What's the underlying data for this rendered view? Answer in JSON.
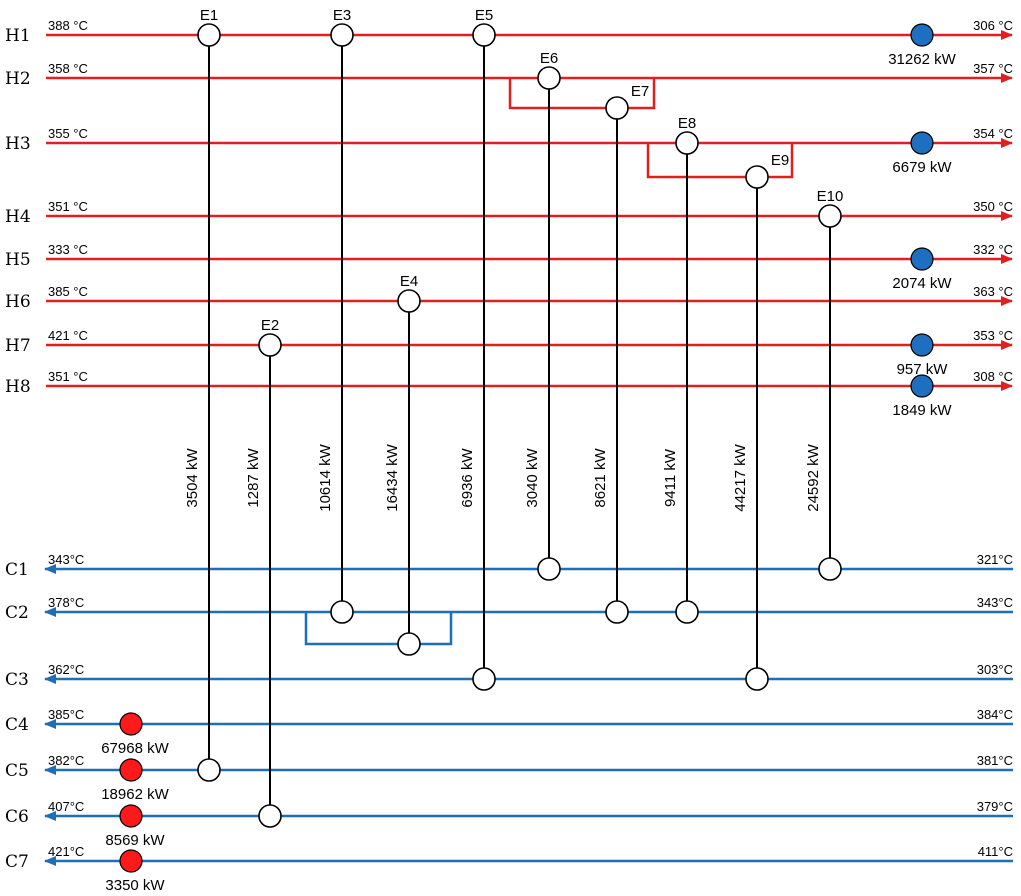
{
  "colors": {
    "hot": "#e02020",
    "cold": "#1f6fb8",
    "connector": "#000000",
    "heater": "#ff1a1a",
    "cooler": "#1f6fc0",
    "exchanger": "#ffffff"
  },
  "hot_streams": [
    {
      "id": "H1",
      "t_in": "388 °C",
      "t_out": "306 °C"
    },
    {
      "id": "H2",
      "t_in": "358 °C",
      "t_out": "357 °C"
    },
    {
      "id": "H3",
      "t_in": "355 °C",
      "t_out": "354 °C"
    },
    {
      "id": "H4",
      "t_in": "351 °C",
      "t_out": "350 °C"
    },
    {
      "id": "H5",
      "t_in": "333 °C",
      "t_out": "332 °C"
    },
    {
      "id": "H6",
      "t_in": "385 °C",
      "t_out": "363 °C"
    },
    {
      "id": "H7",
      "t_in": "421 °C",
      "t_out": "353 °C"
    },
    {
      "id": "H8",
      "t_in": "351 °C",
      "t_out": "308 °C"
    }
  ],
  "cold_streams": [
    {
      "id": "C1",
      "t_in": "321°C",
      "t_out": "343°C"
    },
    {
      "id": "C2",
      "t_in": "343°C",
      "t_out": "378°C"
    },
    {
      "id": "C3",
      "t_in": "303°C",
      "t_out": "362°C"
    },
    {
      "id": "C4",
      "t_in": "384°C",
      "t_out": "385°C"
    },
    {
      "id": "C5",
      "t_in": "381°C",
      "t_out": "382°C"
    },
    {
      "id": "C6",
      "t_in": "379°C",
      "t_out": "407°C"
    },
    {
      "id": "C7",
      "t_in": "411°C",
      "t_out": "421°C"
    }
  ],
  "exchangers": [
    {
      "id": "E1",
      "hot": "H1",
      "cold": "C5",
      "duty": "3504 kW"
    },
    {
      "id": "E2",
      "hot": "H7",
      "cold": "C6",
      "duty": "1287 kW"
    },
    {
      "id": "E3",
      "hot": "H1",
      "cold": "C2",
      "duty": "10614 kW"
    },
    {
      "id": "E4",
      "hot": "H6",
      "cold": "C2",
      "duty": "16434 kW"
    },
    {
      "id": "E5",
      "hot": "H1",
      "cold": "C3",
      "duty": "6936 kW"
    },
    {
      "id": "E6",
      "hot": "H2",
      "cold": "C1",
      "duty": "3040 kW"
    },
    {
      "id": "E7",
      "hot": "H2",
      "cold": "C2",
      "duty": "8621 kW"
    },
    {
      "id": "E8",
      "hot": "H3",
      "cold": "C2",
      "duty": "9411 kW"
    },
    {
      "id": "E9",
      "hot": "H3",
      "cold": "C3",
      "duty": "44217 kW"
    },
    {
      "id": "E10",
      "hot": "H4",
      "cold": "C1",
      "duty": "24592 kW"
    }
  ],
  "coolers": [
    {
      "stream": "H1",
      "duty": "31262 kW"
    },
    {
      "stream": "H3",
      "duty": "6679 kW"
    },
    {
      "stream": "H5",
      "duty": "2074 kW"
    },
    {
      "stream": "H7",
      "duty": "957 kW"
    },
    {
      "stream": "H8",
      "duty": "1849 kW"
    }
  ],
  "heaters": [
    {
      "stream": "C4",
      "duty": "67968 kW"
    },
    {
      "stream": "C5",
      "duty": "18962 kW"
    },
    {
      "stream": "C6",
      "duty": "8569 kW"
    },
    {
      "stream": "C7",
      "duty": "3350 kW"
    }
  ]
}
